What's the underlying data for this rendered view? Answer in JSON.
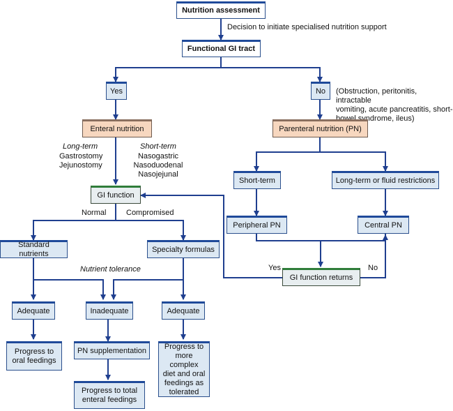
{
  "nodes": {
    "nutrition_assessment": "Nutrition assessment",
    "functional_gi": "Functional GI tract",
    "yes": "Yes",
    "no": "No",
    "enteral": "Enteral nutrition",
    "parenteral": "Parenteral nutrition (PN)",
    "short_term": "Short-term",
    "long_term": "Long-term or fluid restrictions",
    "peripheral_pn": "Peripheral PN",
    "central_pn": "Central PN",
    "gi_function": "GI function",
    "gi_returns": "GI function returns",
    "standard_nutrients": "Standard nutrients",
    "specialty_formulas": "Specialty formulas",
    "adequate_left": "Adequate",
    "inadequate": "Inadequate",
    "adequate_right": "Adequate",
    "progress_oral": "Progress to\noral feedings",
    "pn_supplementation": "PN supplementation",
    "progress_enteral": "Progress to total\nenteral feedings",
    "progress_complex": "Progress to\nmore complex\ndiet and oral\nfeedings as\ntolerated"
  },
  "labels": {
    "decision": "Decision to initiate specialised nutrition support",
    "no_reasons": "(Obstruction, peritonitis, intractable\nvomiting, acute pancreatitis, short-\nbowel syndrome, ileus)",
    "long_term_heading": "Long-term",
    "long_term_items": "Gastrostomy\nJejunostomy",
    "short_term_heading": "Short-term",
    "short_term_items": "Nasogastric\nNasoduodenal\nNasojejunal",
    "normal": "Normal",
    "compromised": "Compromised",
    "nutrient_tolerance": "Nutrient tolerance",
    "returns_yes": "Yes",
    "returns_no": "No"
  },
  "colors": {
    "line": "#1f3f8f",
    "box_fill": "#dce8f3",
    "enteral_fill": "#f7d7bf",
    "returns_accent": "#2f7d3a"
  }
}
